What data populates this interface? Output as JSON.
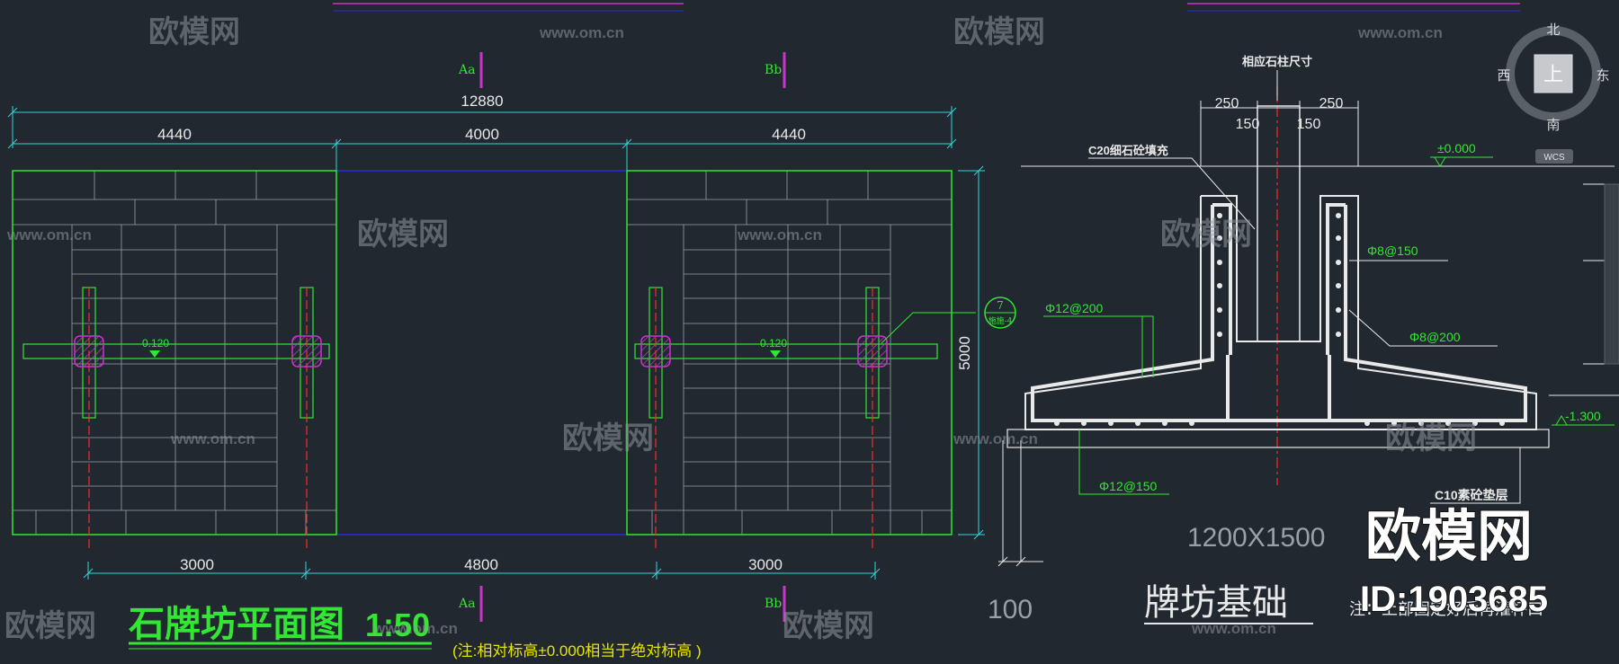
{
  "window": {
    "title": ""
  },
  "plan": {
    "dim_overall": "12880",
    "dim_left": "4440",
    "dim_middle": "4000",
    "dim_right": "4440",
    "dim_height": "5000",
    "dim_bottom_left": "3000",
    "dim_bottom_middle": "4800",
    "dim_bottom_right": "3000",
    "section_a": "Aa",
    "section_b": "Bb",
    "level_left": "0.120",
    "level_right": "0.120",
    "detail_num": "7",
    "detail_sheet": "施施-4",
    "title": "石牌坊平面图",
    "scale": "1:50",
    "note": "(注:相对标高±0.000相当于绝对标高          )"
  },
  "section": {
    "dim_250_left": "250",
    "dim_250_right": "250",
    "dim_150_left": "150",
    "dim_150_right": "150",
    "column_label": "相应石柱尺寸",
    "fill_label": "C20细石砼填充",
    "elev_top": "±0.000",
    "elev_bottom": "-1.300",
    "rebar_phi8_150": "Φ8@150",
    "rebar_phi8_200": "Φ8@200",
    "rebar_phi12_200": "Φ12@200",
    "rebar_phi12_150": "Φ12@150",
    "cushion_label": "C10素砼垫层",
    "size_text": "1200X1500",
    "dim_100": "100",
    "title": "牌坊基础",
    "note": "注：上部固定好后再灌杯口"
  },
  "viewcube": {
    "north": "北",
    "south": "南",
    "east": "东",
    "west": "西",
    "top": "上",
    "wcs": "WCS"
  },
  "watermark": {
    "brand": "欧模网",
    "url": "www.om.cn",
    "id": "ID:1903685"
  },
  "colors": {
    "background": "#212830",
    "green": "#33e633",
    "white": "#e9e9e9",
    "grey": "#9aa0a6",
    "red": "#ff2a2a",
    "magenta": "#cc33cc",
    "blue": "#2a2ae0",
    "cyan": "#33d6d6"
  }
}
